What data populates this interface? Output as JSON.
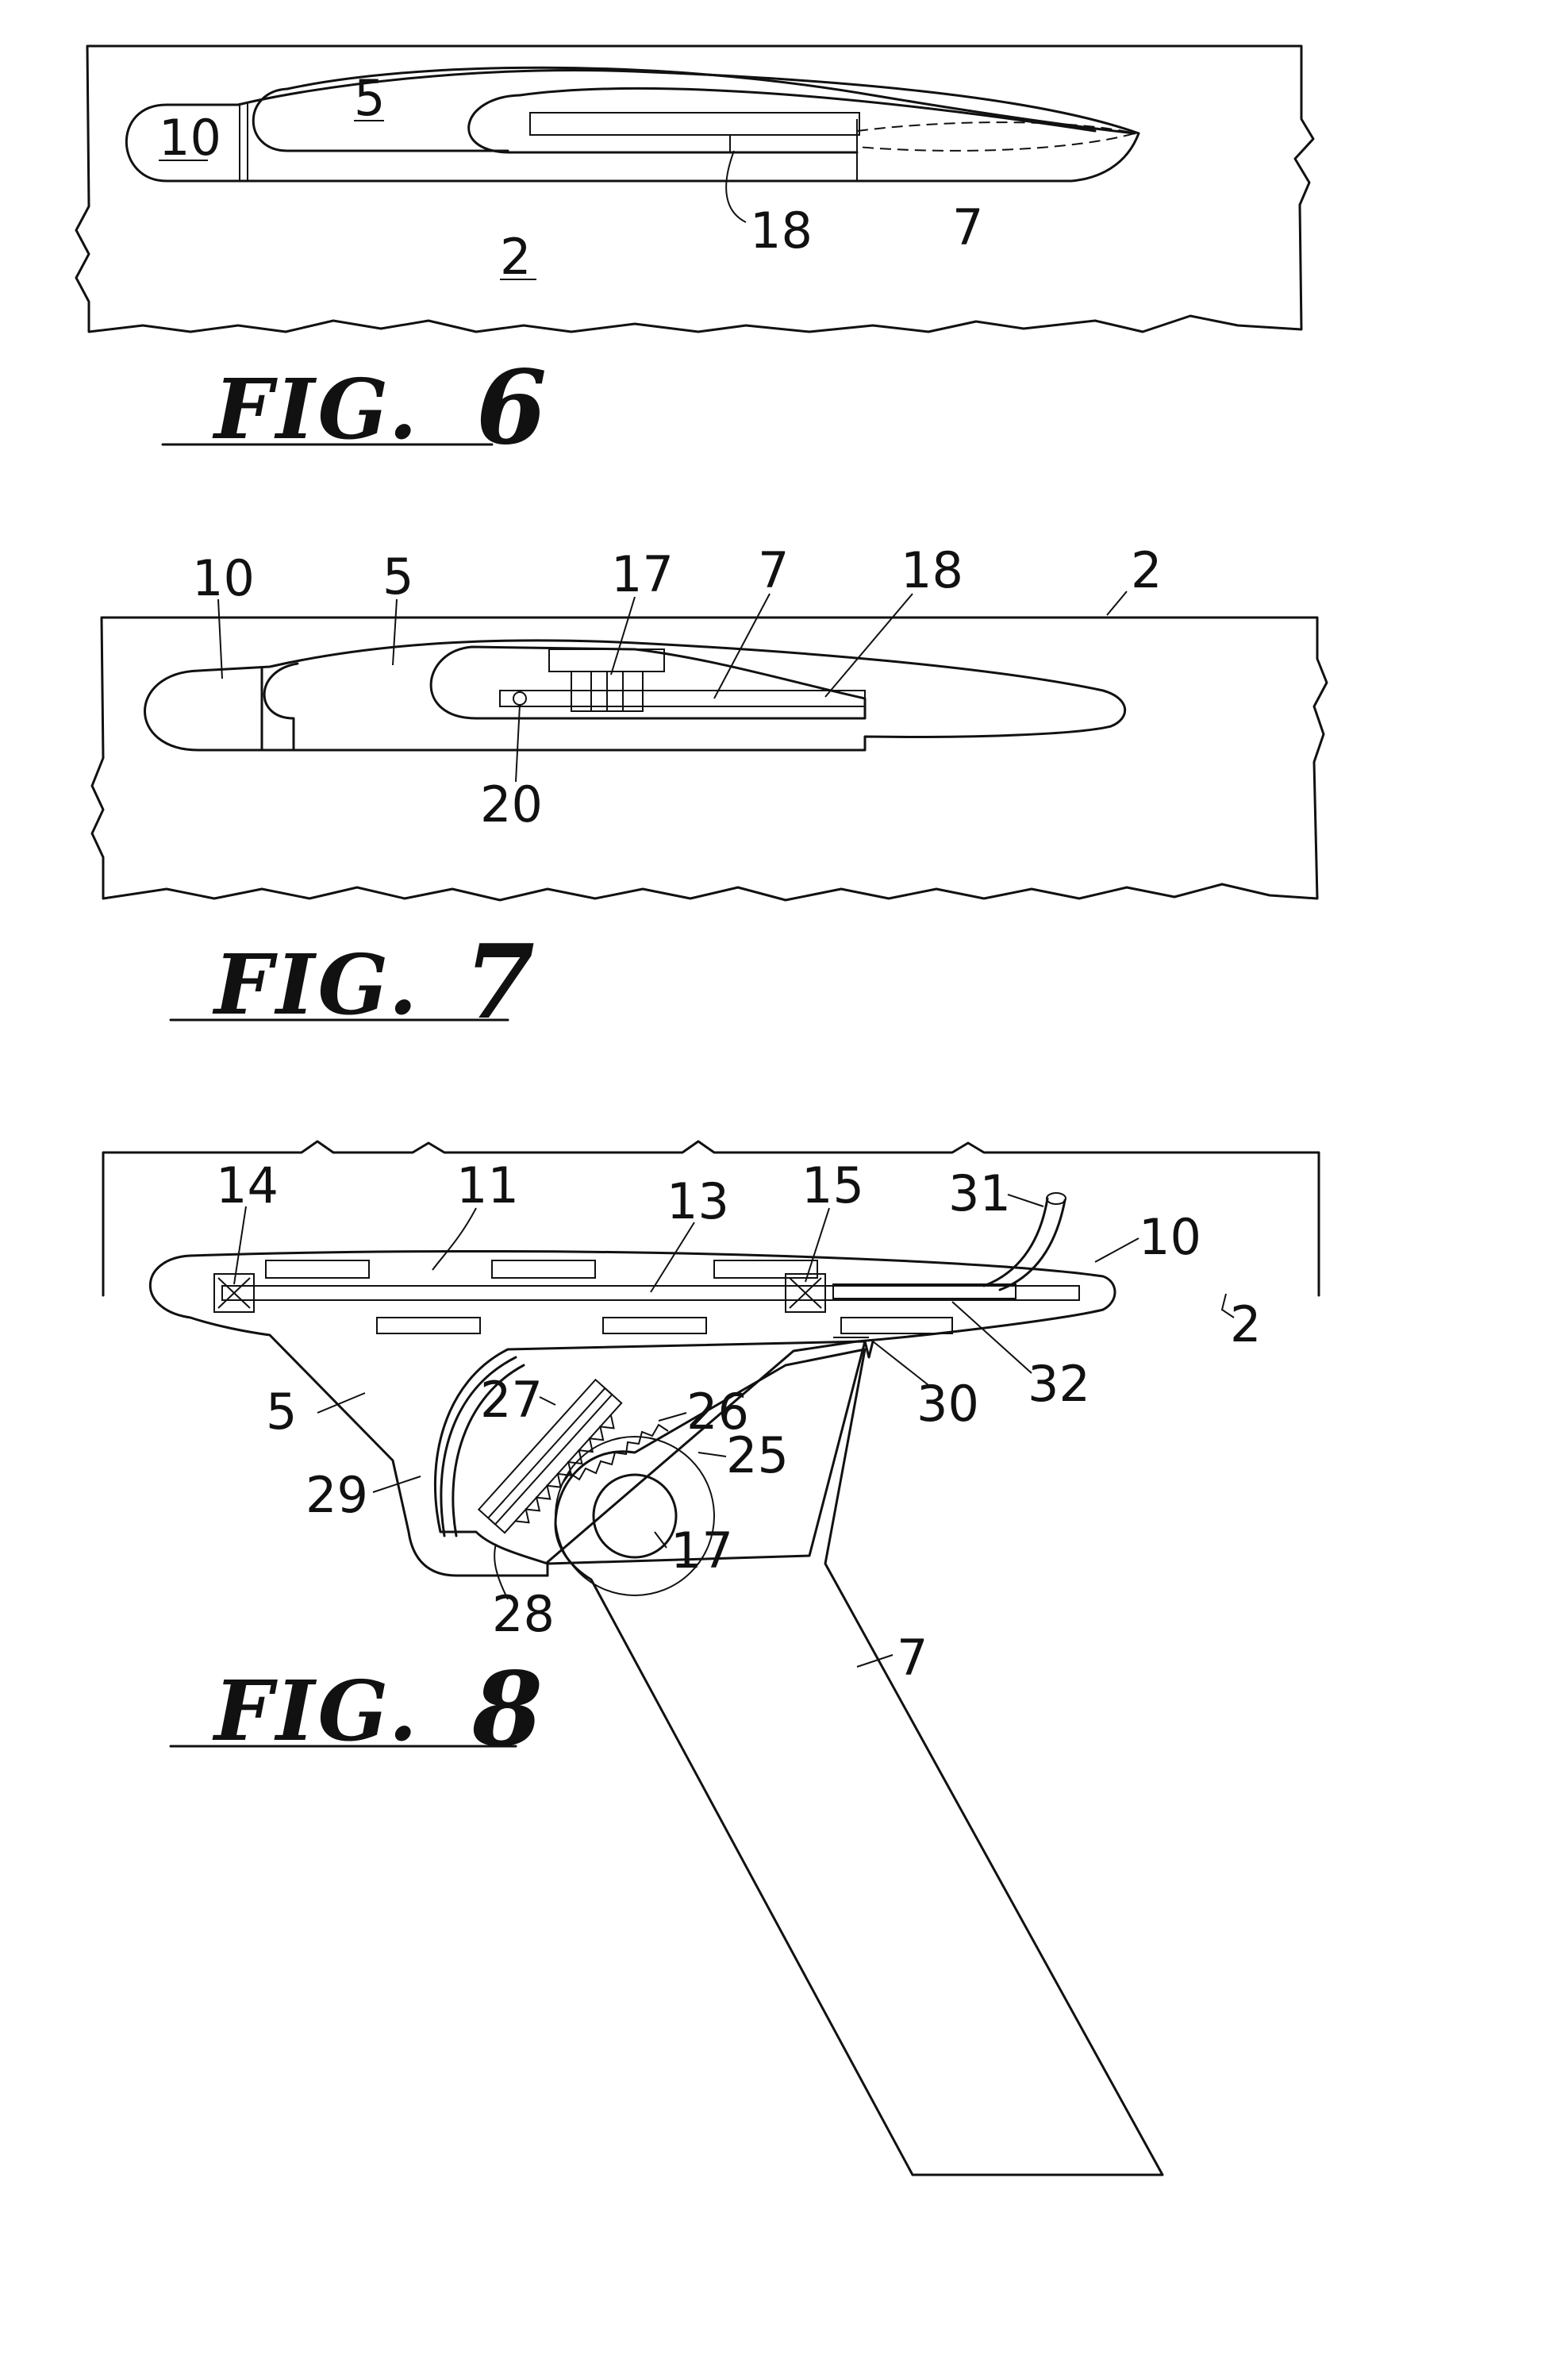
{
  "figures": [
    {
      "id": "fig6",
      "caption_prefix": "FIG.",
      "caption_number": "6",
      "labels": [
        "10",
        "5",
        "18",
        "7",
        "2"
      ]
    },
    {
      "id": "fig7",
      "caption_prefix": "FIG.",
      "caption_number": "7",
      "labels": [
        "10",
        "5",
        "17",
        "7",
        "18",
        "2",
        "20"
      ]
    },
    {
      "id": "fig8",
      "caption_prefix": "FIG.",
      "caption_number": "8",
      "labels": [
        "14",
        "11",
        "13",
        "15",
        "31",
        "10",
        "2",
        "5",
        "30",
        "32",
        "27",
        "26",
        "25",
        "29",
        "17",
        "28",
        "7"
      ]
    }
  ]
}
